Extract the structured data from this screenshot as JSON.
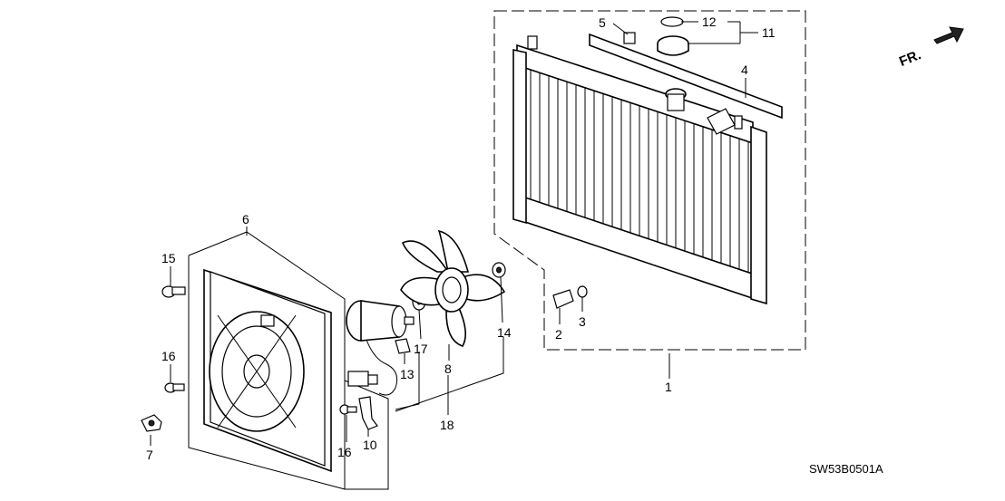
{
  "diagram": {
    "drawing_code": "SW53B0501A",
    "direction_label": "FR.",
    "callouts": [
      {
        "id": "1",
        "label": "1"
      },
      {
        "id": "2",
        "label": "2"
      },
      {
        "id": "3",
        "label": "3"
      },
      {
        "id": "4",
        "label": "4"
      },
      {
        "id": "5",
        "label": "5"
      },
      {
        "id": "6",
        "label": "6"
      },
      {
        "id": "7",
        "label": "7"
      },
      {
        "id": "8",
        "label": "8"
      },
      {
        "id": "10",
        "label": "10"
      },
      {
        "id": "11",
        "label": "11"
      },
      {
        "id": "12",
        "label": "12"
      },
      {
        "id": "13",
        "label": "13"
      },
      {
        "id": "14",
        "label": "14"
      },
      {
        "id": "15",
        "label": "15"
      },
      {
        "id": "16a",
        "label": "16"
      },
      {
        "id": "16b",
        "label": "16"
      },
      {
        "id": "17",
        "label": "17"
      },
      {
        "id": "18",
        "label": "18"
      }
    ]
  }
}
